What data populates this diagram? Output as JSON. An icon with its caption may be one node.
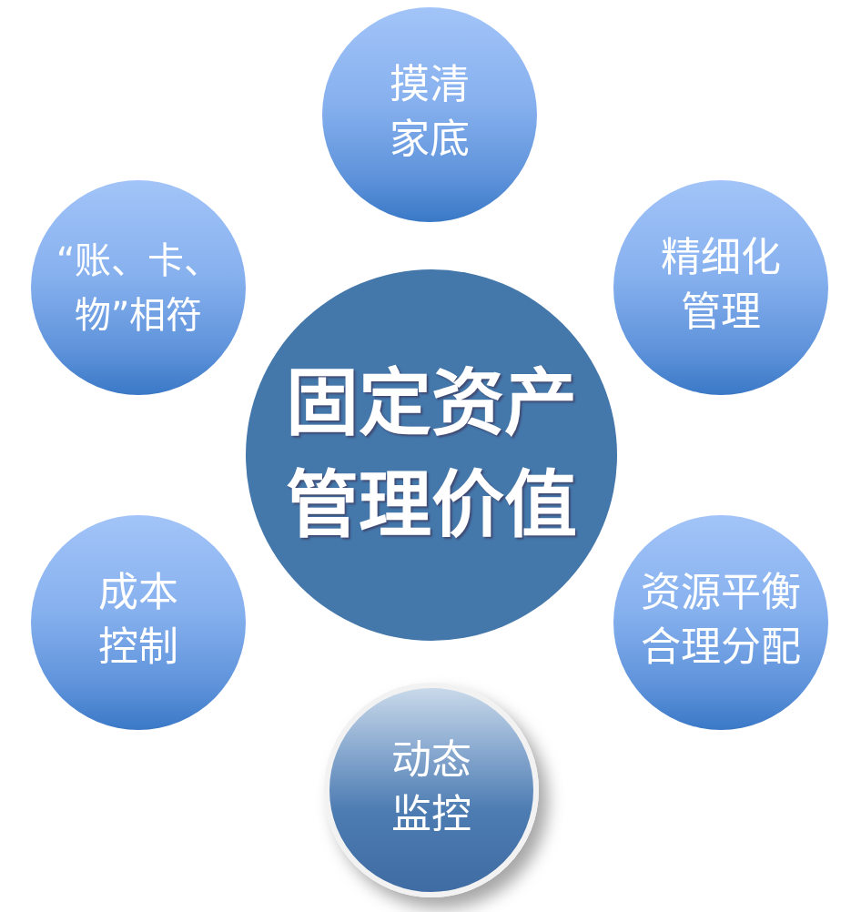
{
  "diagram": {
    "nodes": [
      {
        "text": [
          "摸清家底"
        ]
      },
      {
        "text": [
          "“账、卡、物”相符"
        ]
      },
      {
        "text": [
          "精细化管理"
        ]
      },
      {
        "text": [
          "固定资产管理价值"
        ]
      },
      {
        "text": [
          "成本控制"
        ]
      },
      {
        "text": [
          "资源平衡合理分配"
        ]
      },
      {
        "text": [
          "动态监控"
        ]
      }
    ]
  }
}
